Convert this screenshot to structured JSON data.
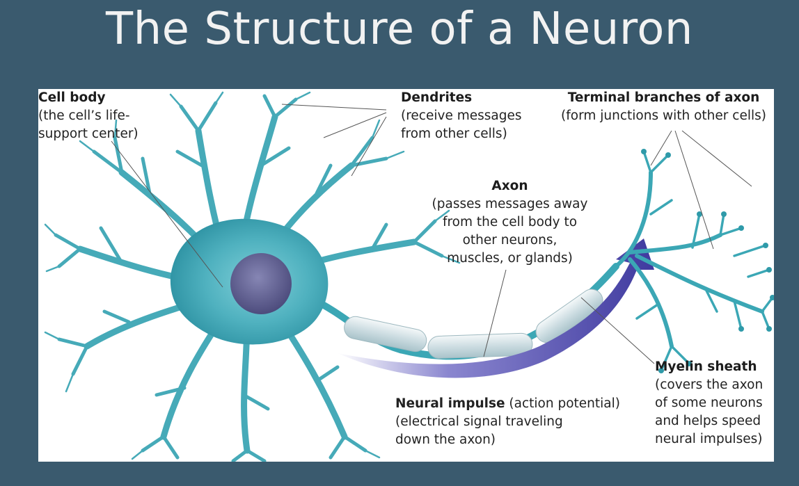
{
  "title": "The Structure of a Neuron",
  "labels": {
    "cell_body": {
      "heading": "Cell body",
      "lines": [
        "(the cell’s life-",
        "support center)"
      ]
    },
    "dendrites": {
      "heading": "Dendrites",
      "lines": [
        "(receive messages",
        "from other cells)"
      ]
    },
    "terminal_branches": {
      "heading": "Terminal branches of axon",
      "lines": [
        "(form junctions with other cells)"
      ]
    },
    "axon": {
      "heading": "Axon",
      "lines": [
        "(passes messages away",
        "from the cell body to",
        "other neurons,",
        "muscles, or glands)"
      ]
    },
    "myelin_sheath": {
      "heading": "Myelin sheath",
      "lines": [
        "(covers the axon",
        "of some neurons",
        "and helps speed",
        "neural impulses)"
      ]
    },
    "neural_impulse": {
      "heading": "Neural impulse",
      "heading_suffix": " (action potential)",
      "lines": [
        "(electrical signal traveling",
        "down the axon)"
      ]
    }
  },
  "colors": {
    "background": "#3a5a6e",
    "neuron": "#3ba7b5",
    "neuron_dark": "#1f7f8f",
    "nucleus": "#5b5a8c",
    "myelin": "#d9e6ea",
    "impulse_arrow": "#4a46a8"
  }
}
